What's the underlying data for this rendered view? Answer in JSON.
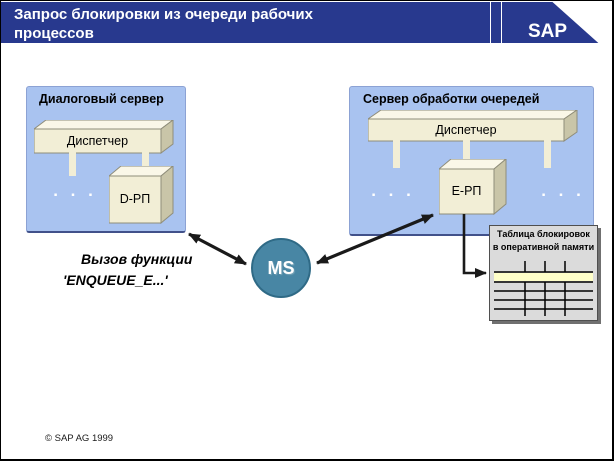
{
  "header": {
    "title": "Запрос блокировки из очереди рабочих процессов",
    "logo": "SAP"
  },
  "servers": {
    "dialog": {
      "title": "Диалоговый сервер",
      "dispatcher": "Диспетчер",
      "work_process": "D-РП",
      "dots": ". . ."
    },
    "enqueue": {
      "title": "Сервер обработки очередей",
      "dispatcher": "Диспетчер",
      "work_process": "E-РП",
      "dots_left": ". . .",
      "dots_right": ". . ."
    }
  },
  "message_server": {
    "label": "MS"
  },
  "function_call": {
    "line1": "Вызов функции",
    "line2": "'ENQUEUE_E...'"
  },
  "lock_table": {
    "title_line1": "Таблица блокировок",
    "title_line2": "в оперативной памяти"
  },
  "footer": {
    "copyright": "©  SAP AG 1999"
  },
  "colors": {
    "header_bg": "#28398E",
    "server_box_bg": "#A9C3F0",
    "box_face_front": "#F2EED6",
    "box_face_top": "#FAF7E8",
    "box_face_side": "#C9C5A8",
    "ms_circle": "#4886A4",
    "lock_panel_bg": "#DBDBDB",
    "highlight_row": "#FFFFC9",
    "arrow": "#1A1A1A"
  }
}
